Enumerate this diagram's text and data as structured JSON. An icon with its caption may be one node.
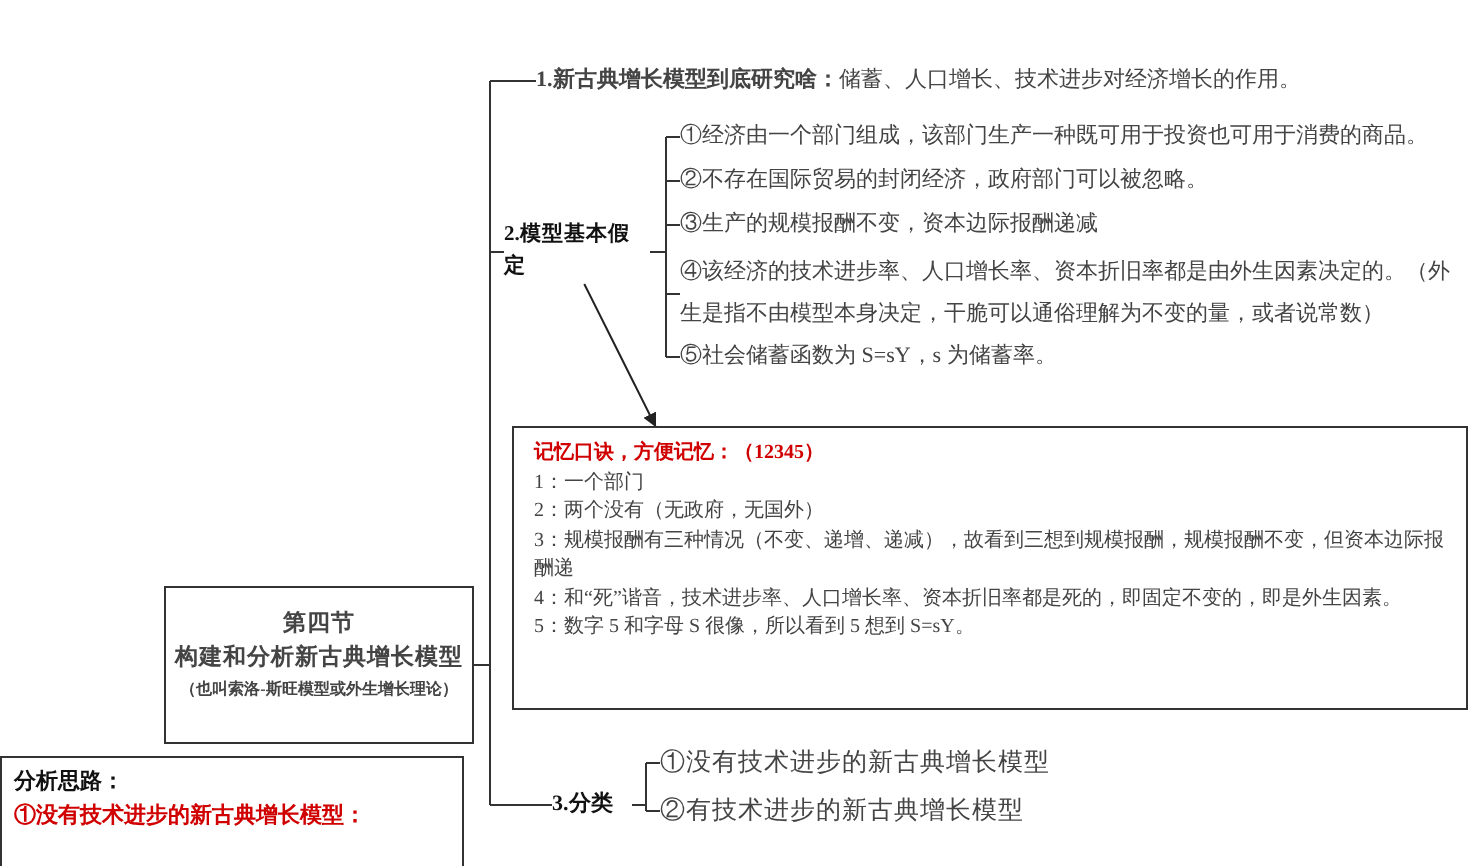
{
  "diagram": {
    "nodes": [
      {
        "text": [
          "第四节",
          "构建和分析新古典增长模型",
          "（也叫索洛-斯旺模型或外生增长理论）"
        ]
      },
      {
        "text": [
          "**1.新古典增长模型到底研究啥：**储蓄、人口增长、技术进步对经济增长的作用。"
        ]
      },
      {
        "text": [
          "2.模型基本假定"
        ]
      },
      {
        "text": [
          "①经济由一个部门组成，该部门生产一种既可用于投资也可用于消费的商品。"
        ]
      },
      {
        "text": [
          "②不存在国际贸易的封闭经济，政府部门可以被忽略。"
        ]
      },
      {
        "text": [
          "③生产的规模报酬不变，资本边际报酬递减"
        ]
      },
      {
        "text": [
          "④该经济的技术进步率、人口增长率、资本折旧率都是由外生因素决定的。（外生是指不由模型本身决定，干脆可以通俗理解为不变的量，或者说常数）"
        ]
      },
      {
        "text": [
          "⑤社会储蓄函数为 S=sY，s 为储蓄率。"
        ]
      },
      {
        "text": [
          "记忆口诀，方便记忆：（12345）",
          "1：一个部门",
          "2：两个没有（无政府，无国外）",
          "3：规模报酬有三种情况（不变、递增、递减），故看到三想到规模报酬，规模报酬不变，但资本边际报酬递",
          "4：和“死”谐音，技术进步率、人口增长率、资本折旧率都是死的，即固定不变的，即是外生因素。",
          "5：数字 5 和字母 S 很像，所以看到 5 想到 S=sY。"
        ]
      },
      {
        "text": [
          "3.分类"
        ]
      },
      {
        "text": [
          "①没有技术进步的新古典增长模型"
        ]
      },
      {
        "text": [
          "②有技术进步的新古典增长模型"
        ]
      },
      {
        "text": [
          "分析思路：",
          "①没有技术进步的新古典增长模型："
        ]
      }
    ],
    "edges": [
      {
        "from": 0,
        "to": 1,
        "arrow": "none"
      },
      {
        "from": 0,
        "to": 2,
        "arrow": "none"
      },
      {
        "from": 0,
        "to": 9,
        "arrow": "none"
      },
      {
        "from": 2,
        "to": 3,
        "arrow": "none"
      },
      {
        "from": 2,
        "to": 4,
        "arrow": "none"
      },
      {
        "from": 2,
        "to": 5,
        "arrow": "none"
      },
      {
        "from": 2,
        "to": 6,
        "arrow": "none"
      },
      {
        "from": 2,
        "to": 7,
        "arrow": "none"
      },
      {
        "from": 2,
        "to": 8,
        "arrow": "to"
      },
      {
        "from": 9,
        "to": 10,
        "arrow": "none"
      },
      {
        "from": 9,
        "to": 11,
        "arrow": "none"
      }
    ]
  }
}
